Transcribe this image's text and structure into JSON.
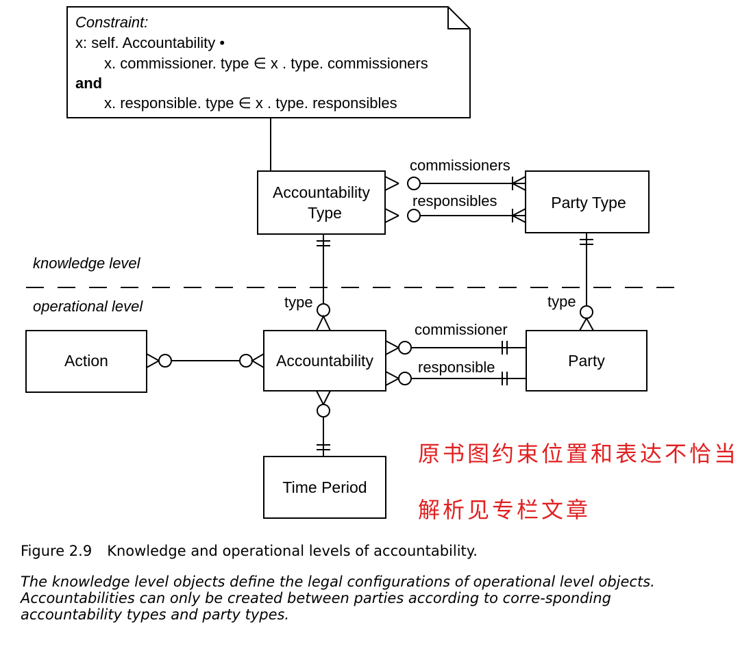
{
  "constraint_note": {
    "line1": "Constraint:",
    "line2": "x: self. Accountability •",
    "line3": "x. commissioner. type ∈  x . type. commissioners",
    "line4": "and",
    "line5": "x. responsible. type ∈  x . type. responsibles"
  },
  "entities": {
    "accountability_type_line1": "Accountability",
    "accountability_type_line2": "Type",
    "party_type": "Party Type",
    "action": "Action",
    "accountability": "Accountability",
    "party": "Party",
    "time_period": "Time Period"
  },
  "relations": {
    "commissioners": "commissioners",
    "responsibles": "responsibles",
    "commissioner": "commissioner",
    "responsible": "responsible",
    "type_left": "type",
    "type_right": "type"
  },
  "levels": {
    "knowledge": "knowledge level",
    "operational": "operational level"
  },
  "annotation": {
    "line1": "原书图约束位置和表达不恰当",
    "line2": "解析见专栏文章"
  },
  "caption": {
    "number": "Figure 2.9",
    "title": "Knowledge and operational levels of accountability.",
    "body": "The knowledge level objects define the legal configurations of operational level objects. Accountabilities can only be created between parties according to corre-sponding accountability types and party types."
  }
}
